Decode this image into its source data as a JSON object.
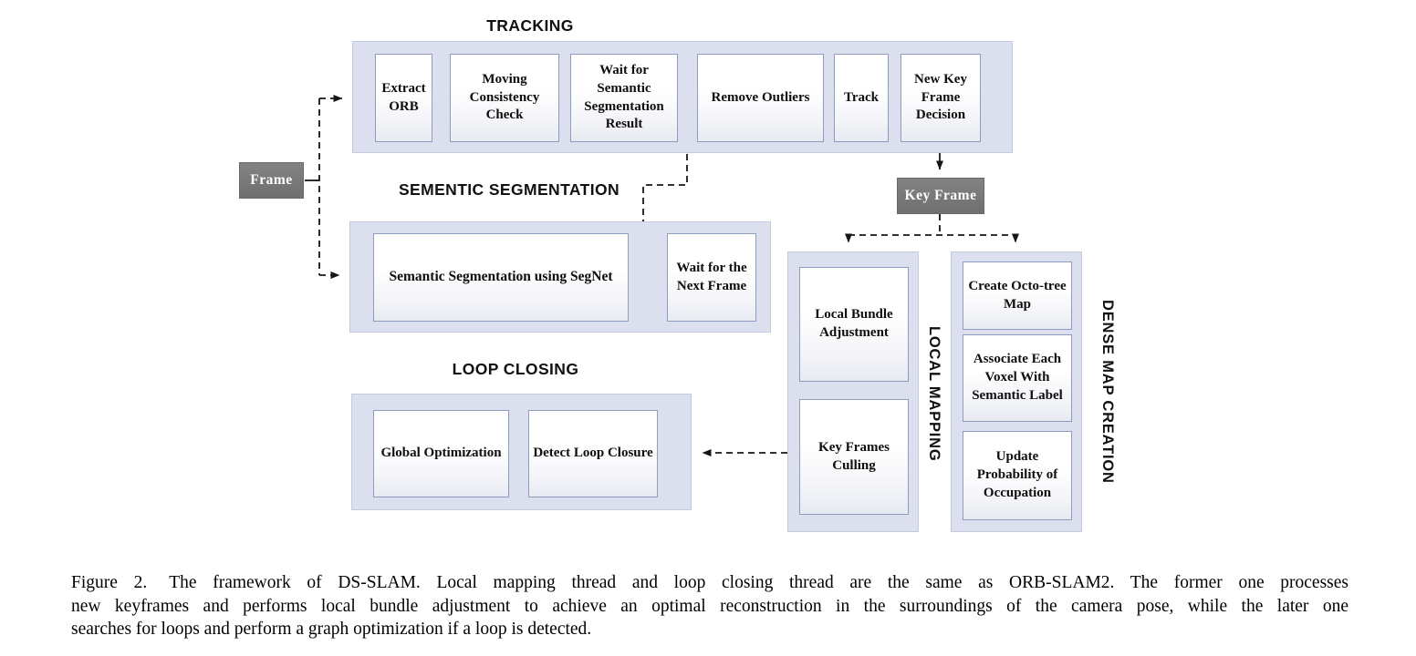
{
  "colors": {
    "panel_fill": "#dbdfee",
    "panel_border": "#c2c8dd",
    "box_border": "#8e9cc0",
    "dark_node_fill": "#767676",
    "line_color": "#161616",
    "text_color": "#111111"
  },
  "tracking": {
    "title": "TRACKING",
    "boxes": [
      {
        "label": "Extract ORB"
      },
      {
        "label": "Moving Consistency Check"
      },
      {
        "label": "Wait for Semantic Segmentation Result"
      },
      {
        "label": "Remove Outliers"
      },
      {
        "label": "Track"
      },
      {
        "label": "New Key Frame Decision"
      }
    ]
  },
  "semantic_segmentation": {
    "title": "SEMENTIC SEGMENTATION",
    "boxes": [
      {
        "label": "Semantic Segmentation using SegNet"
      },
      {
        "label": "Wait for the Next Frame"
      }
    ]
  },
  "loop_closing": {
    "title": "LOOP CLOSING",
    "boxes": [
      {
        "label": "Global Optimization"
      },
      {
        "label": "Detect Loop Closure"
      }
    ]
  },
  "local_mapping": {
    "title": "LOCAL MAPPING",
    "boxes": [
      {
        "label": "Local Bundle Adjustment"
      },
      {
        "label": "Key Frames Culling"
      }
    ]
  },
  "dense_map_creation": {
    "title": "DENSE MAP CREATION",
    "boxes": [
      {
        "label": "Create Octo-tree Map"
      },
      {
        "label": "Associate Each Voxel With Semantic Label"
      },
      {
        "label": "Update Probability of Occupation"
      }
    ]
  },
  "nodes": {
    "frame": "Frame",
    "key_frame": "Key Frame"
  },
  "caption": {
    "label": "Figure 2.",
    "lines": [
      "The framework of DS-SLAM. Local mapping thread and loop closing thread are the same as ORB-SLAM2. The former one processes",
      "new keyframes and performs local bundle adjustment to achieve an optimal reconstruction in the surroundings of the camera pose, while the later one",
      "searches for loops and perform a graph optimization if a loop is detected."
    ]
  }
}
